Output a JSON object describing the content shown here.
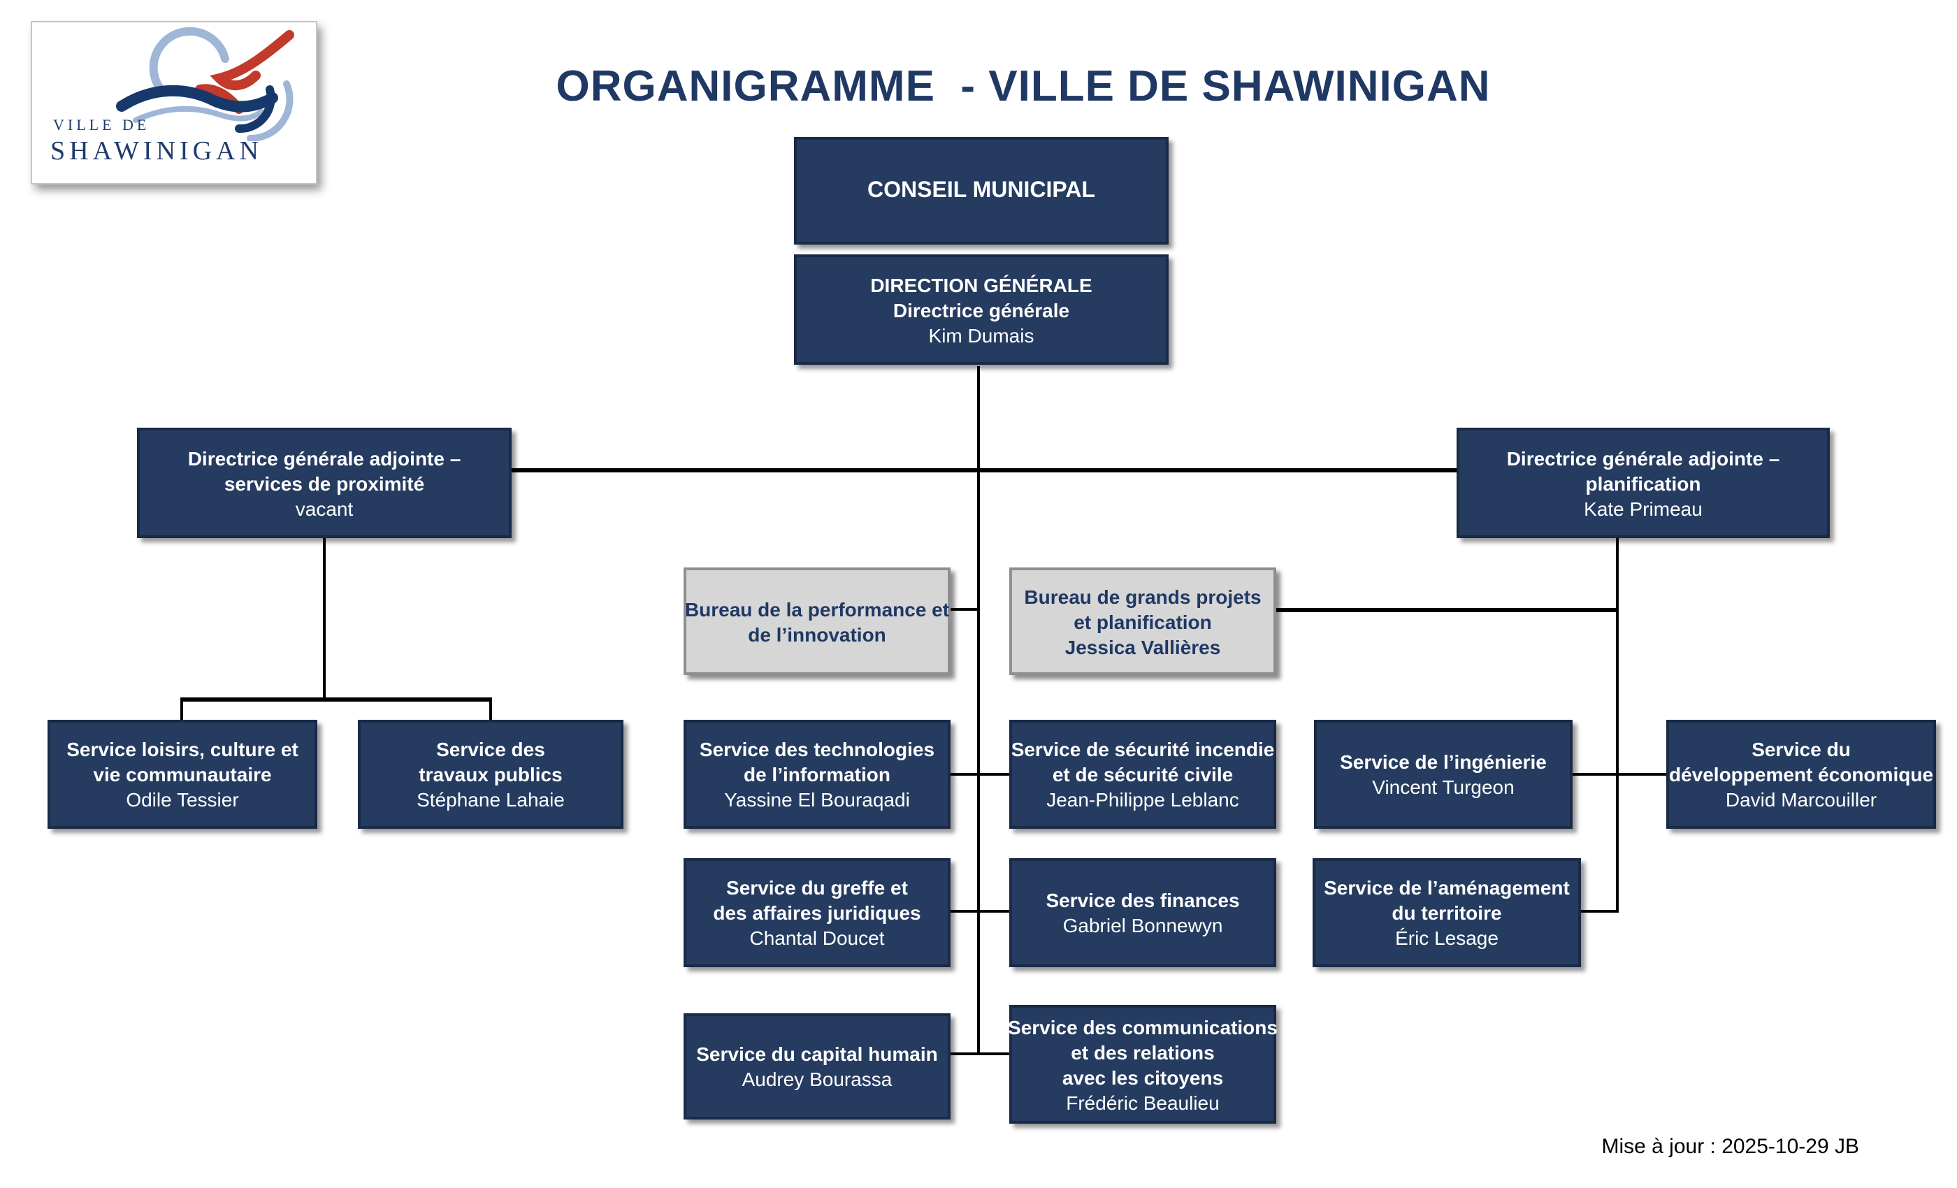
{
  "page": {
    "title": "ORGANIGRAMME  - VILLE DE SHAWINIGAN",
    "updated": "Mise à jour : 2025-10-29 JB"
  },
  "logo": {
    "line1": "VILLE DE",
    "line2": "SHAWINIGAN"
  },
  "colors": {
    "box_navy": "#253B60",
    "box_navy_border": "#1A2A47",
    "box_gray": "#D6D6D6",
    "box_gray_border": "#8F8F8F",
    "title_navy": "#1F3864",
    "logo_blue": "#17386B",
    "logo_lightblue": "#9FB6D6",
    "logo_red": "#C23A2B",
    "connector_black": "#000000"
  },
  "nodes": {
    "conseil": {
      "title": "CONSEIL MUNICIPAL"
    },
    "direction": {
      "title": "DIRECTION GÉNÉRALE\nDirectrice générale",
      "name": "Kim Dumais"
    },
    "dga_proximite": {
      "title": "Directrice générale adjointe –\nservices de proximité",
      "name": "vacant"
    },
    "dga_planification": {
      "title": "Directrice générale adjointe –\nplanification",
      "name": "Kate Primeau"
    },
    "bureau_performance": {
      "title": "Bureau de la performance et\nde l’innovation"
    },
    "bureau_grands_projets": {
      "title": "Bureau de grands projets\net planification\nJessica Vallières"
    },
    "loisirs": {
      "title": "Service loisirs, culture et\nvie communautaire",
      "name": "Odile Tessier"
    },
    "travaux": {
      "title": "Service des\ntravaux publics",
      "name": "Stéphane Lahaie"
    },
    "technologies": {
      "title": "Service des technologies\nde l’information",
      "name": "Yassine El Bouraqadi"
    },
    "securite": {
      "title": "Service de sécurité incendie\net de sécurité civile",
      "name": "Jean-Philippe Leblanc"
    },
    "ingenierie": {
      "title": "Service de l’ingénierie",
      "name": "Vincent Turgeon"
    },
    "developpement": {
      "title": "Service du\ndéveloppement économique",
      "name": "David Marcouiller"
    },
    "greffe": {
      "title": "Service du greffe et\ndes affaires juridiques",
      "name": "Chantal Doucet"
    },
    "finances": {
      "title": "Service des finances",
      "name": "Gabriel Bonnewyn"
    },
    "amenagement": {
      "title": "Service de l’aménagement\ndu territoire",
      "name": "Éric Lesage"
    },
    "capital": {
      "title": "Service du capital humain",
      "name": "Audrey Bourassa"
    },
    "communications": {
      "title": "Service des communications\net des relations\navec les citoyens",
      "name": "Frédéric Beaulieu"
    }
  }
}
